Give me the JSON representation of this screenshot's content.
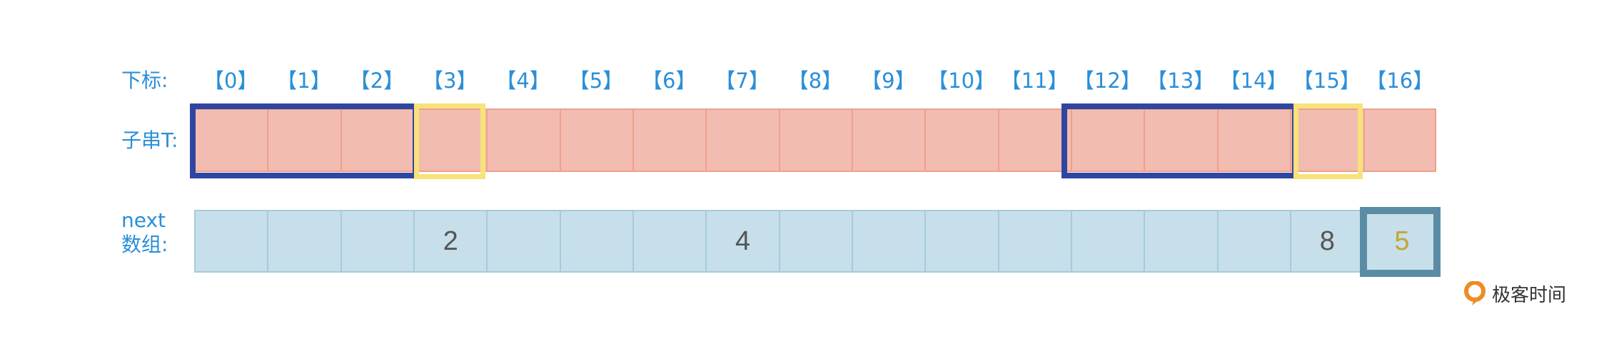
{
  "labels": {
    "index": "下标:",
    "substring": "子串T:",
    "next_line1": "next",
    "next_line2": "数组:"
  },
  "indices": [
    "【0】",
    "【1】",
    "【2】",
    "【3】",
    "【4】",
    "【5】",
    "【6】",
    "【7】",
    "【8】",
    "【9】",
    "【10】",
    "【11】",
    "【12】",
    "【13】",
    "【14】",
    "【15】",
    "【16】"
  ],
  "next_cells": [
    "",
    "",
    "",
    "2",
    "",
    "",
    "",
    "4",
    "",
    "",
    "",
    "",
    "",
    "",
    "",
    "8",
    ""
  ],
  "next_highlight_value": "5",
  "brand": "极客时间",
  "colors": {
    "label_blue": "#2a8fd8",
    "substring_fill": "#f3bcb0",
    "next_fill": "#c6dfea",
    "highlight_navy": "#2f46a0",
    "highlight_yellow": "#f8e27a",
    "highlight_steel": "#5b8ca5",
    "highlight_value": "#c3a634",
    "logo_orange": "#f08a24"
  }
}
